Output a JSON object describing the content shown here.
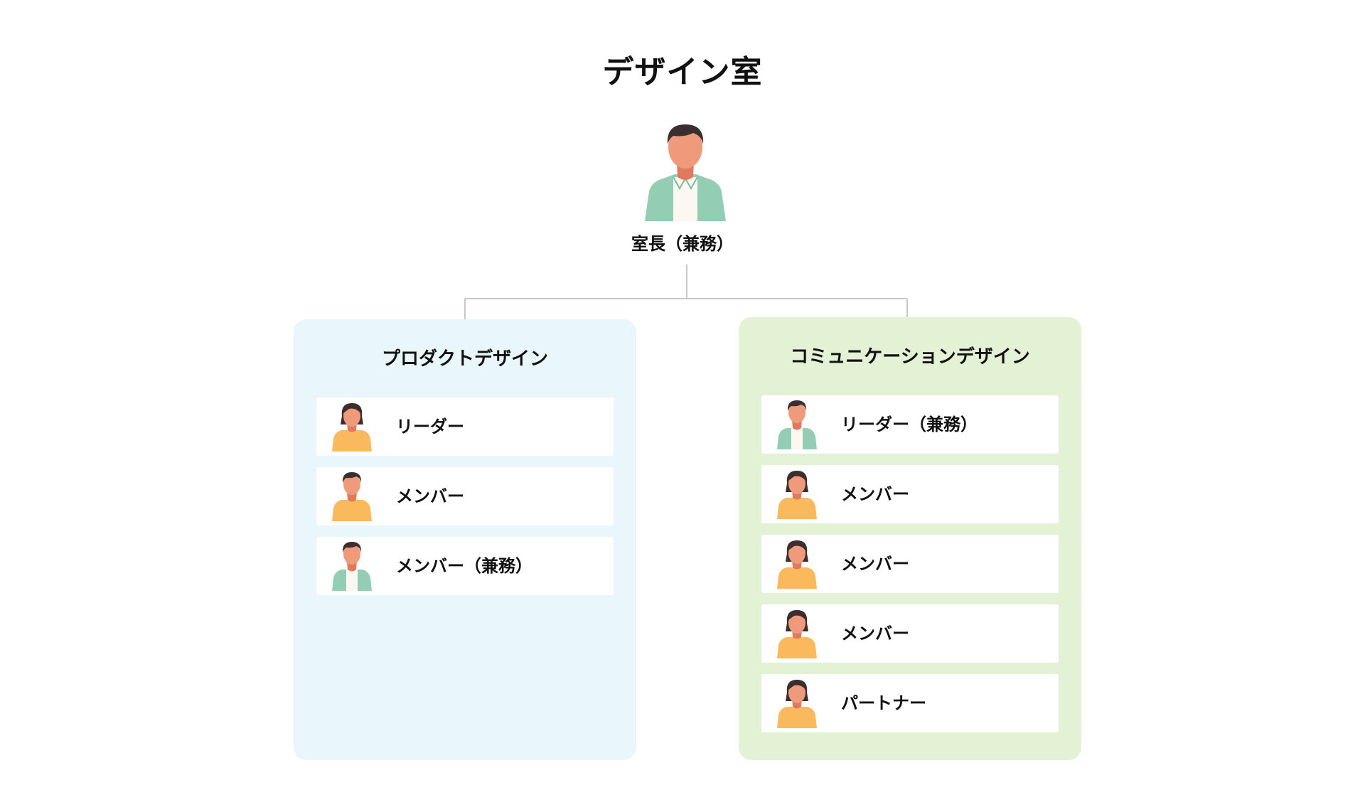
{
  "title": "デザイン室",
  "head": {
    "label": "室長（兼務）",
    "avatar_icon": "person-jacket-icon"
  },
  "colors": {
    "panel_left": "#e9f6fb",
    "panel_right": "#e3f1d5",
    "connector": "#c8c8c8",
    "skin": "#ef9a7a",
    "hair": "#3a2e2e",
    "jacket": "#93cdb3",
    "shirt": "#fbf8f1",
    "sweater": "#fbb95e"
  },
  "groups": [
    {
      "title": "プロダクトデザイン",
      "members": [
        {
          "label": "リーダー",
          "avatar": "female-sweater"
        },
        {
          "label": "メンバー",
          "avatar": "male-sweater"
        },
        {
          "label": "メンバー（兼務）",
          "avatar": "male-jacket"
        }
      ]
    },
    {
      "title": "コミュニケーションデザイン",
      "members": [
        {
          "label": "リーダー（兼務）",
          "avatar": "male-jacket"
        },
        {
          "label": "メンバー",
          "avatar": "female-sweater"
        },
        {
          "label": "メンバー",
          "avatar": "female-sweater"
        },
        {
          "label": "メンバー",
          "avatar": "female-sweater"
        },
        {
          "label": "パートナー",
          "avatar": "female-sweater"
        }
      ]
    }
  ]
}
